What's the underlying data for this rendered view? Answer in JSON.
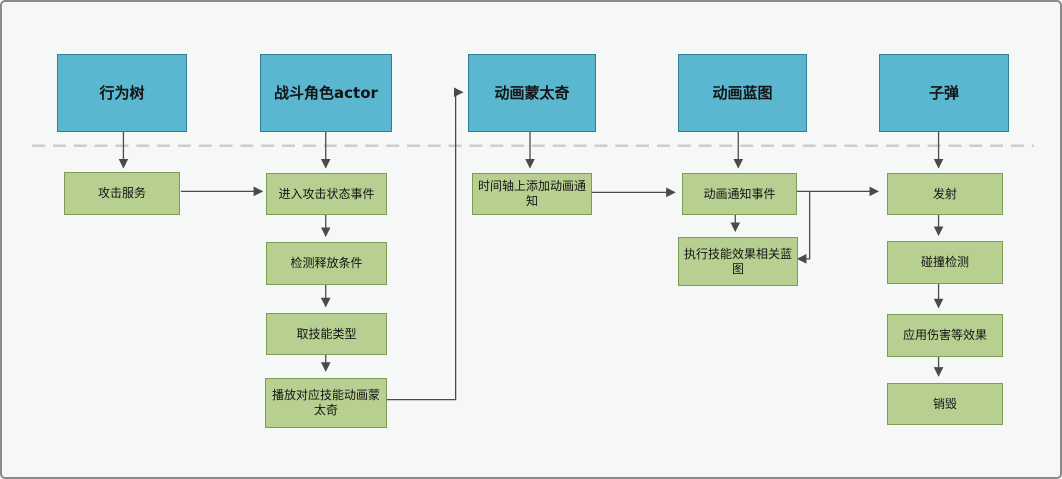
{
  "diagram": {
    "type": "flowchart",
    "lanes": [
      {
        "header": "行为树",
        "nodes": [
          "攻击服务"
        ]
      },
      {
        "header": "战斗角色actor",
        "nodes": [
          "进入攻击状态事件",
          "检测释放条件",
          "取技能类型",
          "播放对应技能动画蒙太奇"
        ]
      },
      {
        "header": "动画蒙太奇",
        "nodes": [
          "时间轴上添加动画通知"
        ]
      },
      {
        "header": "动画蓝图",
        "nodes": [
          "动画通知事件",
          "执行技能效果相关蓝图"
        ]
      },
      {
        "header": "子弹",
        "nodes": [
          "发射",
          "碰撞检测",
          "应用伤害等效果",
          "销毁"
        ]
      }
    ],
    "edges": [
      {
        "from": "行为树",
        "to": "攻击服务"
      },
      {
        "from": "攻击服务",
        "to": "进入攻击状态事件"
      },
      {
        "from": "战斗角色actor",
        "to": "进入攻击状态事件"
      },
      {
        "from": "进入攻击状态事件",
        "to": "检测释放条件"
      },
      {
        "from": "检测释放条件",
        "to": "取技能类型"
      },
      {
        "from": "取技能类型",
        "to": "播放对应技能动画蒙太奇"
      },
      {
        "from": "播放对应技能动画蒙太奇",
        "to": "动画蒙太奇"
      },
      {
        "from": "动画蒙太奇",
        "to": "时间轴上添加动画通知"
      },
      {
        "from": "时间轴上添加动画通知",
        "to": "动画通知事件"
      },
      {
        "from": "动画蓝图",
        "to": "动画通知事件"
      },
      {
        "from": "动画通知事件",
        "to": "执行技能效果相关蓝图"
      },
      {
        "from": "动画通知事件",
        "to": "发射"
      },
      {
        "from": "子弹",
        "to": "发射"
      },
      {
        "from": "发射",
        "to": "碰撞检测"
      },
      {
        "from": "碰撞检测",
        "to": "应用伤害等效果"
      },
      {
        "from": "应用伤害等效果",
        "to": "销毁"
      }
    ],
    "colors": {
      "header_fill": "#5bb7d0",
      "header_border": "#2f7f97",
      "node_fill": "#b7cf90",
      "node_border": "#7e9d52",
      "arrow": "#4a4a4a",
      "separator": "#cdcdcd",
      "background": "#f6f7f7"
    }
  }
}
